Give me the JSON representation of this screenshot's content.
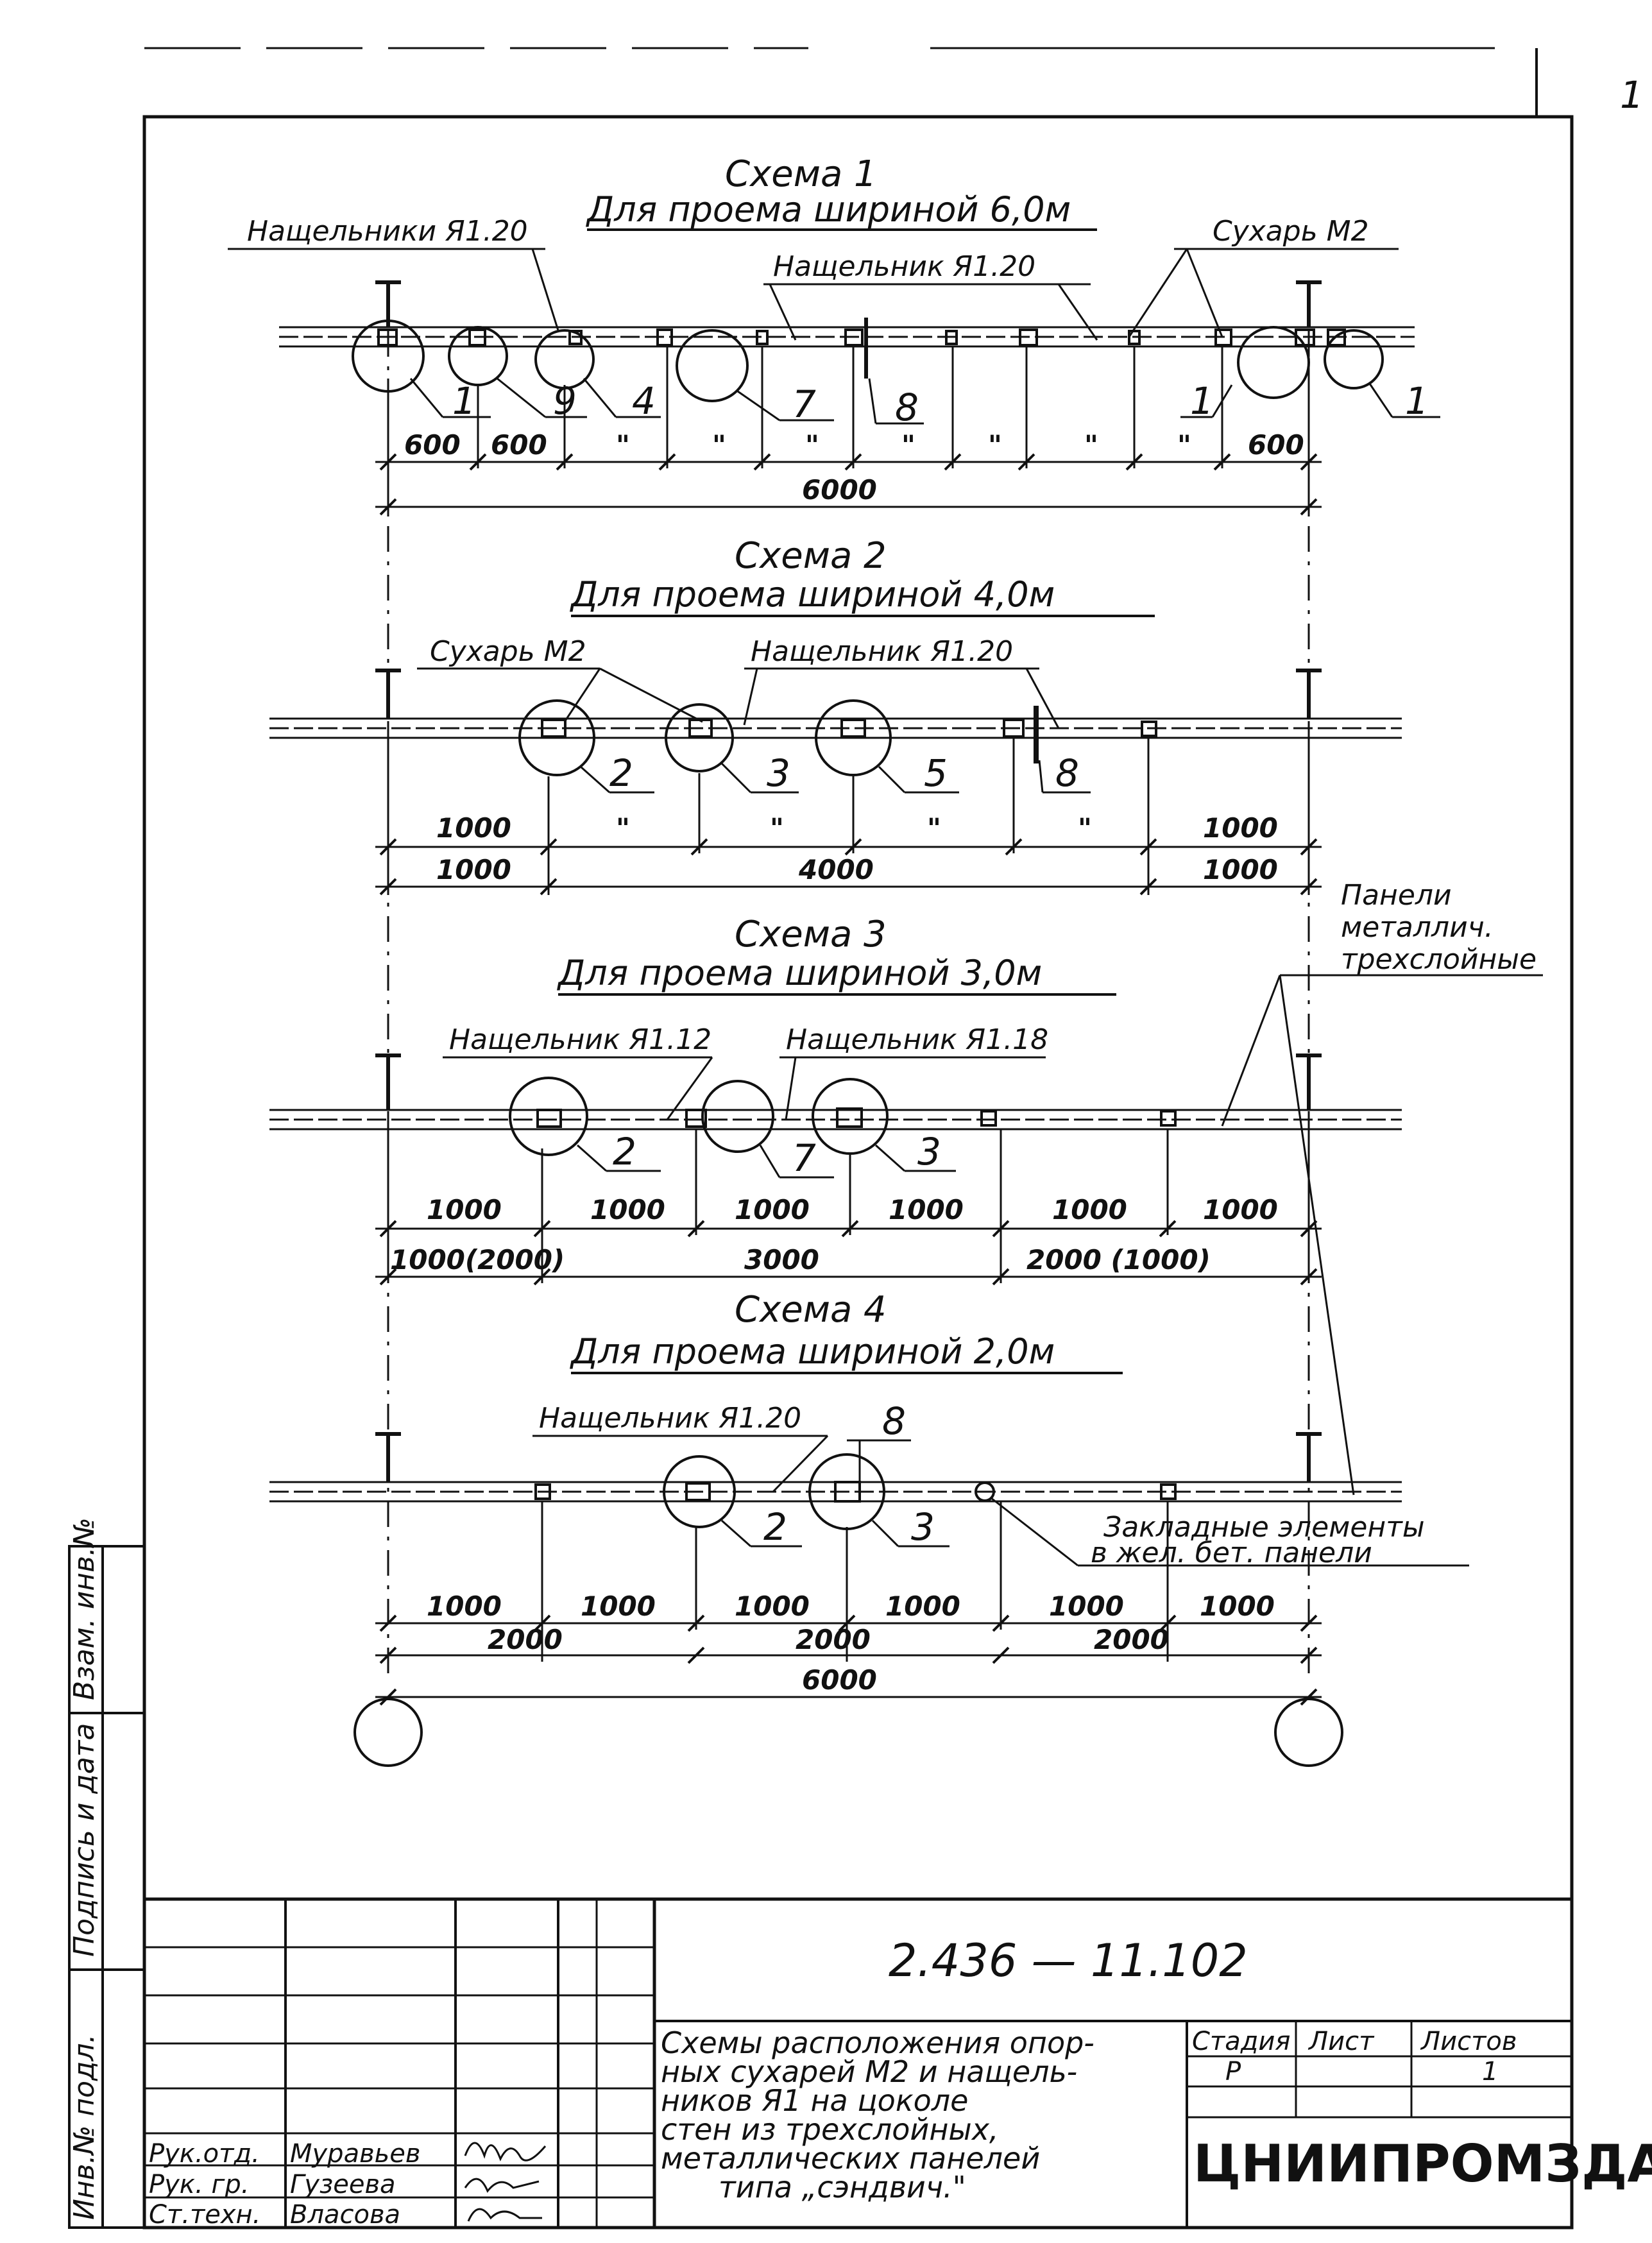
{
  "sheet": {
    "page_number": "1",
    "code": "2.436 — 11.102",
    "organization": "ЦНИИПРОМЗДАНИЙ",
    "title_lines": [
      "Схемы расположения опор-",
      "ных сухарей М2 и нащель-",
      "ников Я1 на цоколе",
      "стен  из трехслойных,",
      "металлических панелей",
      "типа „сэндвич.\""
    ],
    "stage_label": "Стадия",
    "stage_value": "Р",
    "sheet_label": "Лист",
    "sheet_value": "",
    "sheets_label": "Листов",
    "sheets_value": "1",
    "roles": [
      "Рук.отд.",
      "Рук. гр.",
      "Ст.техн."
    ],
    "names": [
      "Муравьев",
      "Гузеева",
      "Власова"
    ],
    "side_labels": [
      "Инв.№ подл.",
      "Подпись и дата",
      "Взам. инв.№"
    ]
  },
  "schemes": [
    {
      "heading": "Схема 1",
      "subtitle": "Для проема шириной 6,0м",
      "labels": [
        "Нащельники Я1.20",
        "Нащельник Я1.20",
        "Сухарь М2"
      ],
      "nodes": [
        "1",
        "9",
        "4",
        "7",
        "8",
        "1",
        "1"
      ],
      "dims_top": [
        "600",
        "600",
        "\"",
        "\"",
        "\"",
        "\"",
        "\"",
        "\"",
        "\"",
        "600"
      ],
      "dims_bottom": [
        "6000"
      ]
    },
    {
      "heading": "Схема 2",
      "subtitle": "Для проема шириной 4,0м",
      "labels": [
        "Сухарь М2",
        "Нащельник Я1.20"
      ],
      "nodes": [
        "2",
        "3",
        "5",
        "8"
      ],
      "dims_top": [
        "1000",
        "\"",
        "\"",
        "\"",
        "\"",
        "1000"
      ],
      "dims_bottom": [
        "1000",
        "4000",
        "1000"
      ]
    },
    {
      "heading": "Схема 3",
      "subtitle": "Для проема шириной 3,0м",
      "labels": [
        "Нащельник Я1.12",
        "Нащельник Я1.18"
      ],
      "nodes": [
        "2",
        "7",
        "3"
      ],
      "dims_top": [
        "1000",
        "1000",
        "1000",
        "1000",
        "1000",
        "1000"
      ],
      "dims_bottom": [
        "1000(2000)",
        "3000",
        "2000 (1000)"
      ]
    },
    {
      "heading": "Схема 4",
      "subtitle": "Для проема шириной 2,0м",
      "labels": [
        "Нащельник Я1.20"
      ],
      "nodes": [
        "8",
        "2",
        "3"
      ],
      "dims_top": [
        "1000",
        "1000",
        "1000",
        "1000",
        "1000",
        "1000"
      ],
      "dims_mid": [
        "2000",
        "2000",
        "2000"
      ],
      "dims_bottom": [
        "6000"
      ]
    }
  ],
  "side_note": [
    "Панели",
    "металлич.",
    "трехслойные"
  ],
  "embedded_note": [
    "Закладные элементы",
    "в жел. бет. панели"
  ]
}
